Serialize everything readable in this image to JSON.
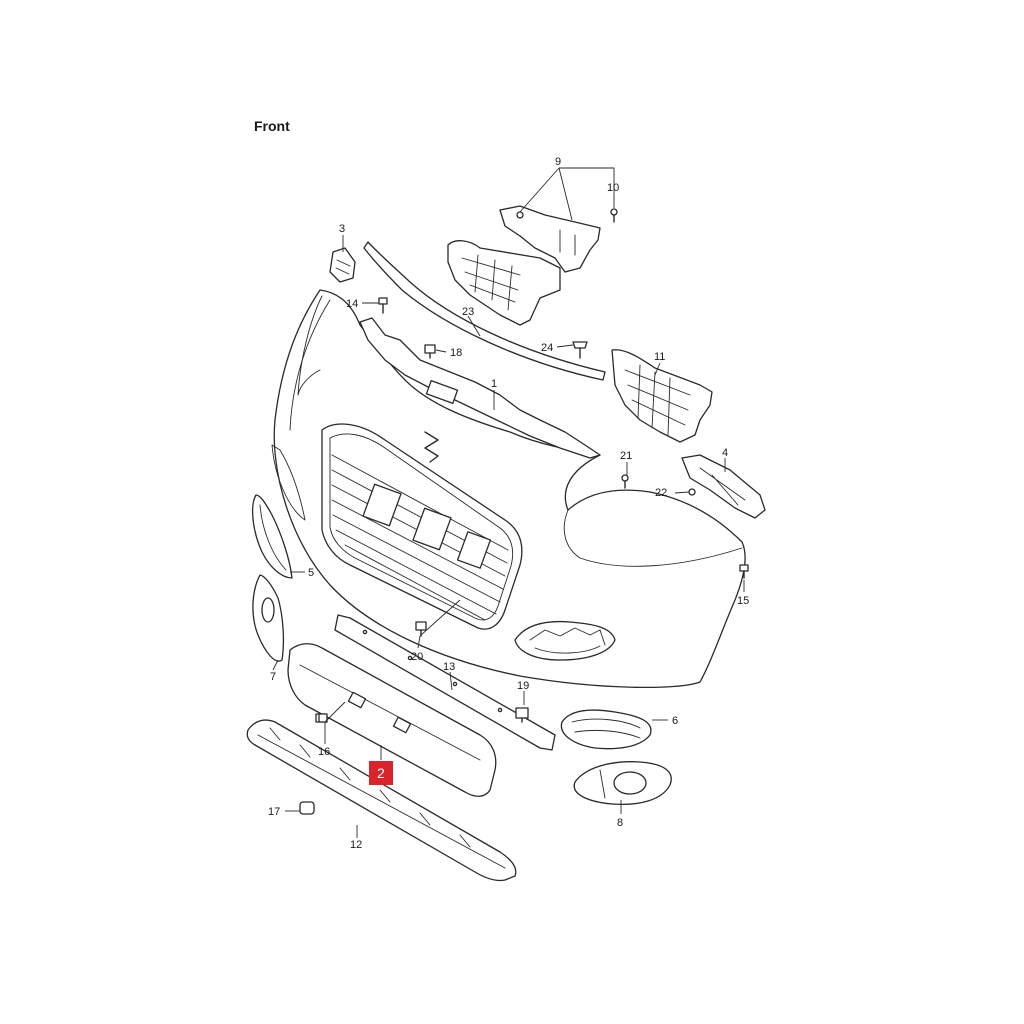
{
  "diagram": {
    "header": "Front",
    "highlight_color": "#d9232d",
    "highlighted_part": "2",
    "callouts": {
      "p1": "1",
      "p2": "2",
      "p3": "3",
      "p4": "4",
      "p5": "5",
      "p6": "6",
      "p7": "7",
      "p8": "8",
      "p9": "9",
      "p10": "10",
      "p11": "11",
      "p12": "12",
      "p13": "13",
      "p14": "14",
      "p15": "15",
      "p16": "16",
      "p17": "17",
      "p18": "18",
      "p19": "19",
      "p20": "20",
      "p21": "21",
      "p22": "22",
      "p23": "23",
      "p24": "24"
    }
  }
}
